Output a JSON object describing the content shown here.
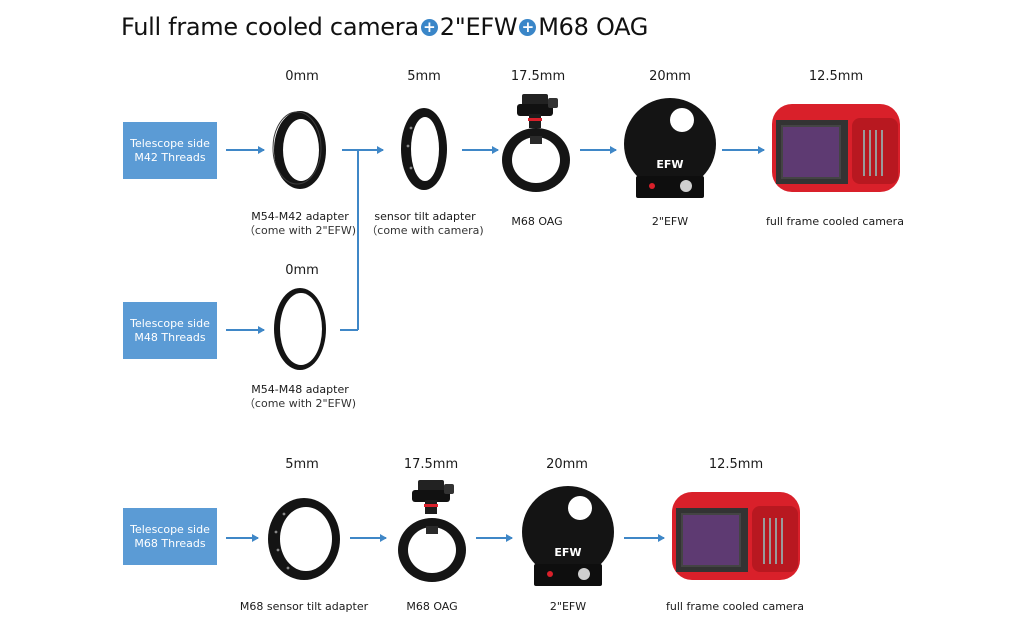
{
  "title": {
    "part1": "Full frame cooled camera",
    "part2": "2\"EFW",
    "part3": "M68 OAG",
    "plus_glyph": "+"
  },
  "colors": {
    "box_blue": "#5b9bd5",
    "arrow_blue": "#3f87c7",
    "camera_red": "#d9202a",
    "part_black": "#151515",
    "plus_blue": "#3a86c8"
  },
  "top_section": {
    "sources": [
      {
        "line1": "Telescope side",
        "line2": "M42 Threads"
      },
      {
        "line1": "Telescope side",
        "line2": "M48 Threads"
      }
    ],
    "distances": [
      "0mm",
      "5mm",
      "17.5mm",
      "20mm",
      "12.5mm",
      "0mm"
    ],
    "labels": [
      {
        "main": "M54-M42 adapter",
        "sub": "（come with 2\"EFW)"
      },
      {
        "main": "sensor tilt adapter",
        "sub": "（come with camera)"
      },
      {
        "main": "M68 OAG"
      },
      {
        "main": "2\"EFW"
      },
      {
        "main": "full frame cooled camera"
      },
      {
        "main": "M54-M48 adapter",
        "sub": "（come with 2\"EFW)"
      }
    ]
  },
  "bottom_section": {
    "source": {
      "line1": "Telescope side",
      "line2": "M68 Threads"
    },
    "distances": [
      "5mm",
      "17.5mm",
      "20mm",
      "12.5mm"
    ],
    "labels": [
      {
        "main": "M68 sensor tilt adapter"
      },
      {
        "main": "M68 OAG"
      },
      {
        "main": "2\"EFW"
      },
      {
        "main": "full frame cooled camera"
      }
    ]
  },
  "efw_text": "EFW",
  "icons": [
    "adapter-ring-icon",
    "tilt-adapter-icon",
    "oag-icon",
    "filter-wheel-icon",
    "camera-icon"
  ]
}
